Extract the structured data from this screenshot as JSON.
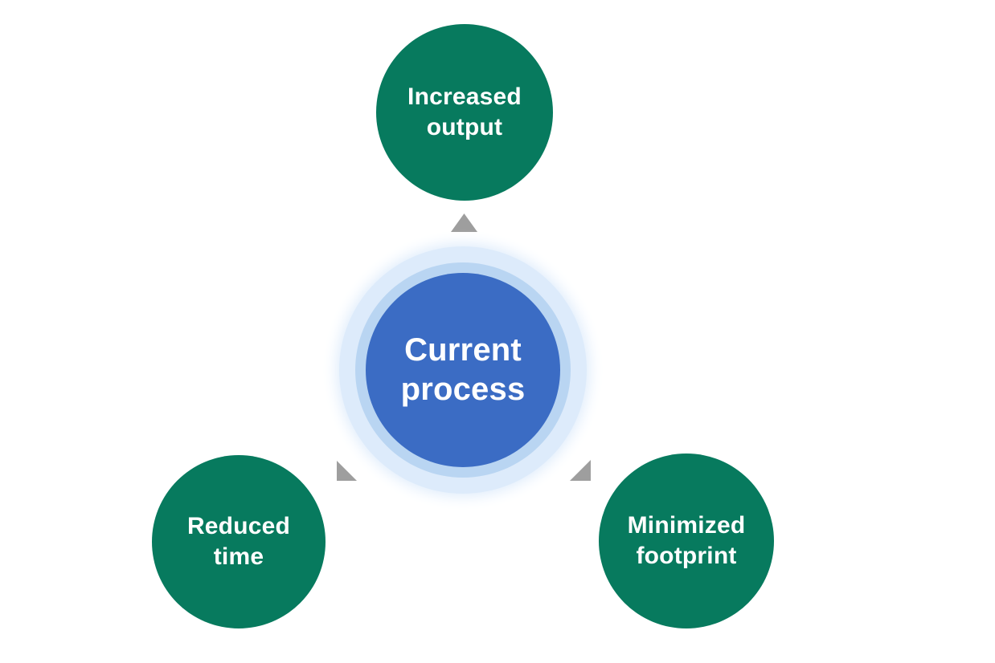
{
  "diagram": {
    "type": "hub-and-spoke",
    "center_node": {
      "id": "current-process",
      "label": "Current\nprocess",
      "shape": "circle"
    },
    "outer_nodes": [
      {
        "id": "increased-output",
        "label": "Increased\noutput",
        "position": "top",
        "shape": "circle"
      },
      {
        "id": "reduced-time",
        "label": "Reduced\ntime",
        "position": "bottom-left",
        "shape": "circle"
      },
      {
        "id": "minimized-footprint",
        "label": "Minimized\nfootprint",
        "position": "bottom-right",
        "shape": "circle"
      }
    ],
    "connectors": [
      {
        "from": "current-process",
        "to": "increased-output",
        "shape": "triangle",
        "direction": "up"
      },
      {
        "from": "current-process",
        "to": "reduced-time",
        "shape": "triangle",
        "direction": "down-left"
      },
      {
        "from": "current-process",
        "to": "minimized-footprint",
        "shape": "triangle",
        "direction": "down-right"
      }
    ]
  },
  "colors": {
    "background": "#ffffff",
    "center_fill": "#3b6cc4",
    "center_ring": "#b9d5f2",
    "center_halo": "#ddebfb",
    "node_fill": "#077a5e",
    "label_text": "#ffffff",
    "arrow": "#9e9e9e"
  }
}
